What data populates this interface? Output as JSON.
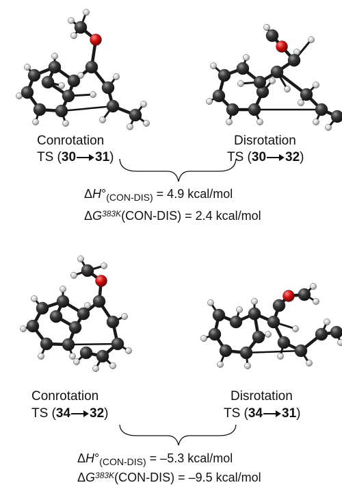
{
  "top": {
    "left_label": "Conrotation",
    "left_ts_open": "TS (",
    "left_ts_a": "30",
    "left_ts_b": "31",
    "right_label": "Disrotation",
    "right_ts_open": "TS (",
    "right_ts_a": "30",
    "right_ts_b": "32",
    "ts_close": ")",
    "dh_delta": "Δ",
    "dh_symbol": "H",
    "dh_degree": "°",
    "dh_sub": "(CON-DIS)",
    "dh_value": " = 4.9 kcal/mol",
    "dg_delta": "Δ",
    "dg_symbol": "G",
    "dg_sup": "383K",
    "dg_sub": "(CON-DIS)",
    "dg_value": " = 2.4 kcal/mol"
  },
  "bottom": {
    "left_label": "Conrotation",
    "left_ts_open": "TS (",
    "left_ts_a": "34",
    "left_ts_b": "32",
    "right_label": "Disrotation",
    "right_ts_open": "TS (",
    "right_ts_a": "34",
    "right_ts_b": "31",
    "ts_close": ")",
    "dh_delta": "Δ",
    "dh_symbol": "H",
    "dh_degree": "°",
    "dh_sub": "(CON-DIS)",
    "dh_value": " = –5.3 kcal/mol",
    "dg_delta": "Δ",
    "dg_symbol": "G",
    "dg_sup": "383K",
    "dg_sub": "(CON-DIS)",
    "dg_value": " = –9.5 kcal/mol"
  },
  "colors": {
    "carbon": "#2a2a2a",
    "hydrogen": "#c8c8c8",
    "oxygen": "#d01010",
    "bond": "#111111"
  }
}
